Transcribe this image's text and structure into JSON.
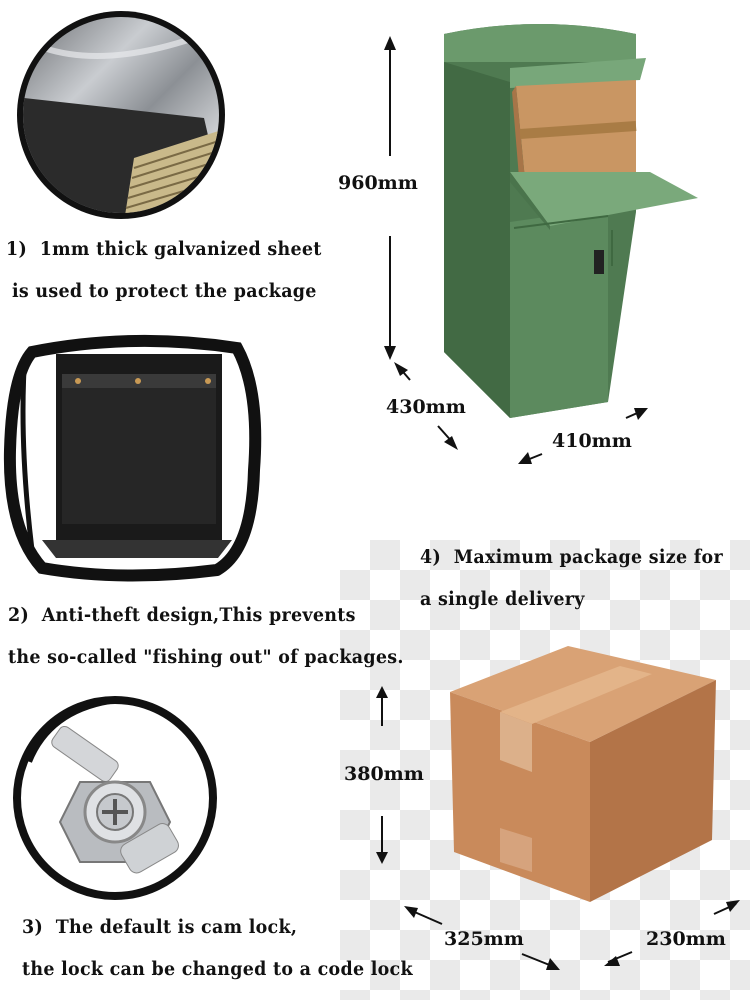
{
  "features": [
    {
      "number": "1)",
      "lines": [
        "1mm thick galvanized sheet",
        "is used to protect the package"
      ]
    },
    {
      "number": "2)",
      "lines": [
        "Anti-theft design,This prevents",
        "the so-called \"fishing out\" of packages."
      ]
    },
    {
      "number": "3)",
      "lines": [
        "The default is cam lock,",
        "the lock can be changed to a code lock"
      ]
    },
    {
      "number": "4)",
      "lines": [
        "Maximum package size for",
        "a single delivery"
      ]
    }
  ],
  "mailbox_dimensions": {
    "height": "960mm",
    "depth": "430mm",
    "width": "410mm"
  },
  "package_dimensions": {
    "height": "380mm",
    "length": "325mm",
    "width": "230mm"
  },
  "icons": [
    "galvanized-sheet-image",
    "mailbox-interior-image",
    "cam-lock-image",
    "mailbox-image",
    "package-box-image"
  ],
  "colors": {
    "mailbox_green": "#5f8a60",
    "box_brown": "#c8885a",
    "ink": "#111111"
  }
}
